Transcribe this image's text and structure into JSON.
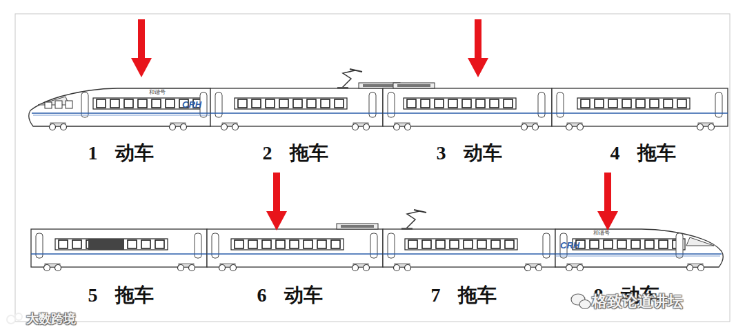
{
  "diagram": {
    "labels": [
      "1 动车",
      "2 拖车",
      "3 动车",
      "4 拖车",
      "5 拖车",
      "6 动车",
      "7 拖车",
      "8 动车",
      "和谐号",
      "CRH",
      "和谐号",
      "CRH",
      "大数跨境",
      "格致论道讲坛"
    ]
  }
}
